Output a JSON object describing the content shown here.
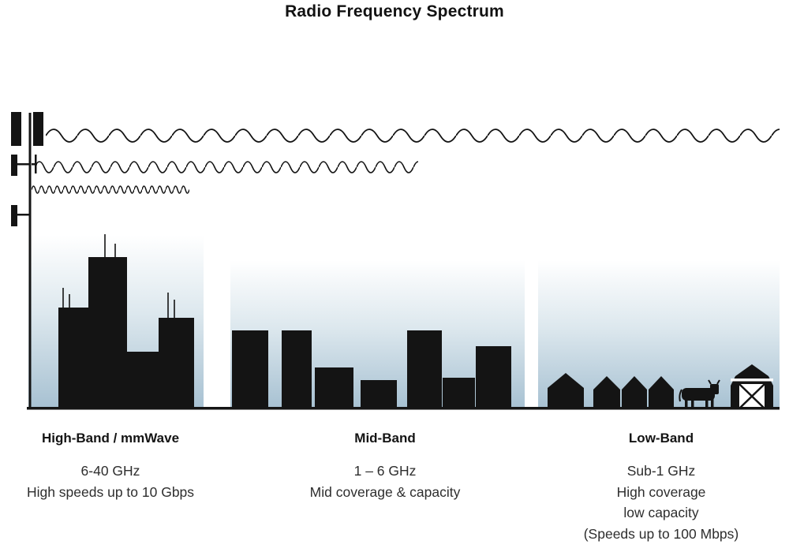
{
  "title": "Radio Frequency Spectrum",
  "colors": {
    "ink": "#141414",
    "panel_top": "#ffffff",
    "panel_bottom": "#a7c1d2"
  },
  "bands": [
    {
      "name": "High-Band / mmWave",
      "details": [
        "6-40 GHz",
        "High speeds up to 10 Gbps"
      ]
    },
    {
      "name": "Mid-Band",
      "details": [
        "1 – 6 GHz",
        "Mid coverage & capacity"
      ]
    },
    {
      "name": "Low-Band",
      "details": [
        "Sub-1 GHz",
        "High coverage",
        "low capacity",
        "(Speeds up to 100 Mbps)"
      ]
    }
  ]
}
